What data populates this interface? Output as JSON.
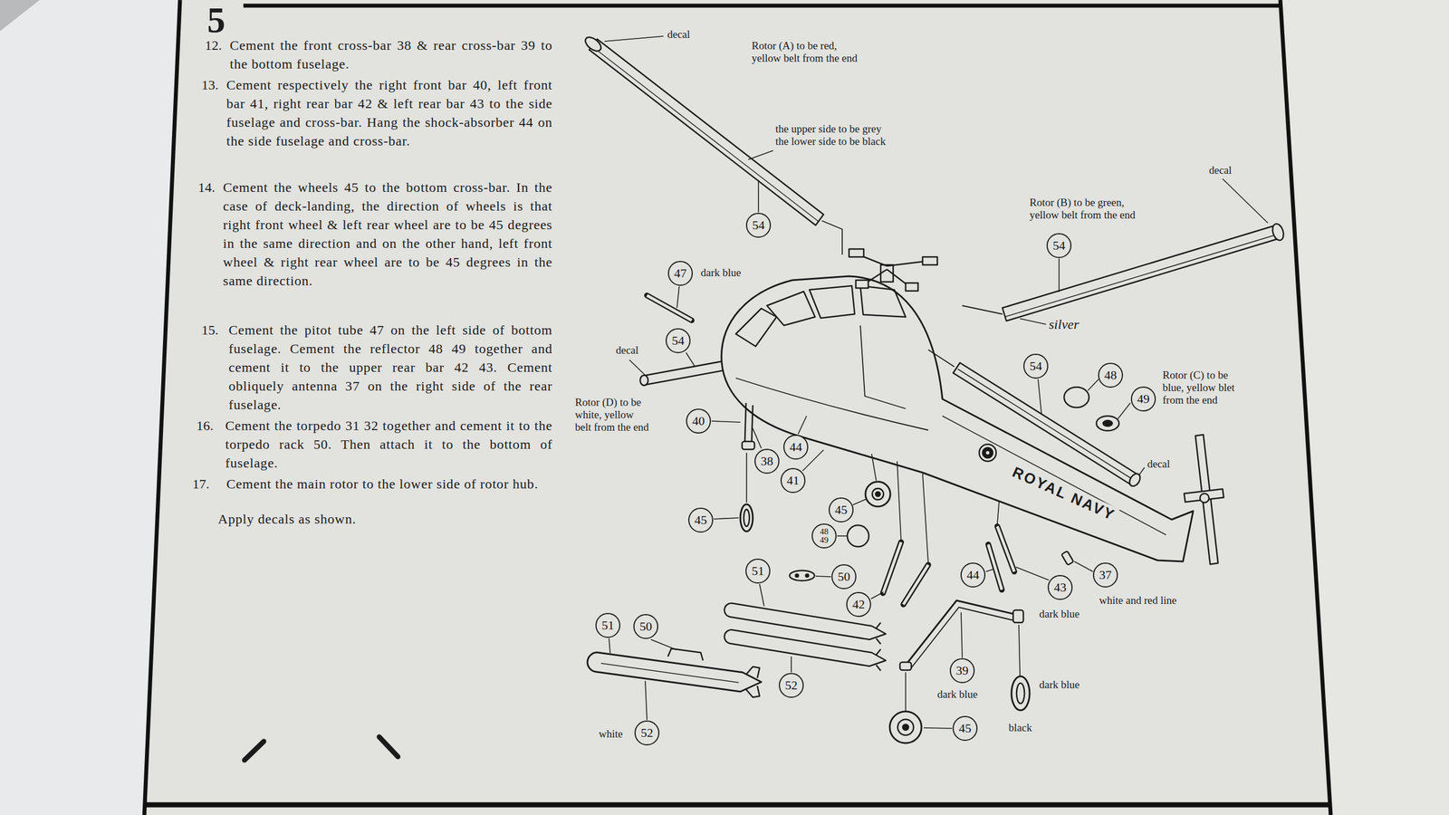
{
  "diagram": {
    "title": "5",
    "nodes": [
      {
        "text": [
          "54"
        ]
      },
      {
        "text": [
          "54"
        ]
      },
      {
        "text": [
          "47"
        ]
      },
      {
        "text": [
          "54"
        ]
      },
      {
        "text": [
          "54"
        ]
      },
      {
        "text": [
          "48"
        ]
      },
      {
        "text": [
          "49"
        ]
      },
      {
        "text": [
          "40"
        ]
      },
      {
        "text": [
          "44"
        ]
      },
      {
        "text": [
          "38"
        ]
      },
      {
        "text": [
          "41"
        ]
      },
      {
        "text": [
          "45"
        ]
      },
      {
        "text": [
          "45"
        ]
      },
      {
        "text": [
          "48 49"
        ]
      },
      {
        "text": [
          "51"
        ]
      },
      {
        "text": [
          "44"
        ]
      },
      {
        "text": [
          "50"
        ]
      },
      {
        "text": [
          "37"
        ]
      },
      {
        "text": [
          "43"
        ]
      },
      {
        "text": [
          "42"
        ]
      },
      {
        "text": [
          "51"
        ]
      },
      {
        "text": [
          "50"
        ]
      },
      {
        "text": [
          "39"
        ]
      },
      {
        "text": [
          "52"
        ]
      },
      {
        "text": [
          "45"
        ]
      },
      {
        "text": [
          "52"
        ]
      }
    ],
    "labels": [
      "12.",
      "Cement the front cross-bar 38 & rear cross-bar 39 to the bottom fuselage.",
      "13.",
      "Cement respectively the right front bar 40, left front bar 41, right rear bar 42 & left rear bar 43 to the side fuselage and cross-bar. Hang the shock-absorber 44 on the side fuselage and cross-bar.",
      "14.",
      "Cement the wheels 45 to the bottom cross-bar. In the case of deck-landing, the direction of wheels is that right front wheel & left rear wheel are to be 45 degrees in the same direction and on the other hand, left front wheel & right rear wheel are to be 45 degrees in the same direction.",
      "15.",
      "Cement the pitot tube 47 on the left side of bottom fuselage. Cement the reflector 48 49 together and cement it to the upper rear bar 42 43. Cement obliquely antenna 37 on the right side of the rear fuselage.",
      "16.",
      "Cement the torpedo 31 32 together and cement it to the torpedo rack 50. Then attach it to the bottom of fuselage.",
      "17.",
      "Cement the main rotor to the lower side of rotor hub.",
      "Apply decals as shown.",
      "decal",
      "Rotor (A) to be red, yellow belt from the end",
      "the upper side to be grey the lower side to be black",
      "decal",
      "Rotor (B) to be green, yellow belt from the end",
      "silver",
      "dark blue",
      "decal",
      "Rotor (D) to be white, yellow belt from the end",
      "Rotor (C) to be blue, yellow blet from the end",
      "decal",
      "ROYAL NAVY",
      "white and red line",
      "dark blue",
      "dark blue",
      "dark blue",
      "black",
      "white"
    ]
  }
}
